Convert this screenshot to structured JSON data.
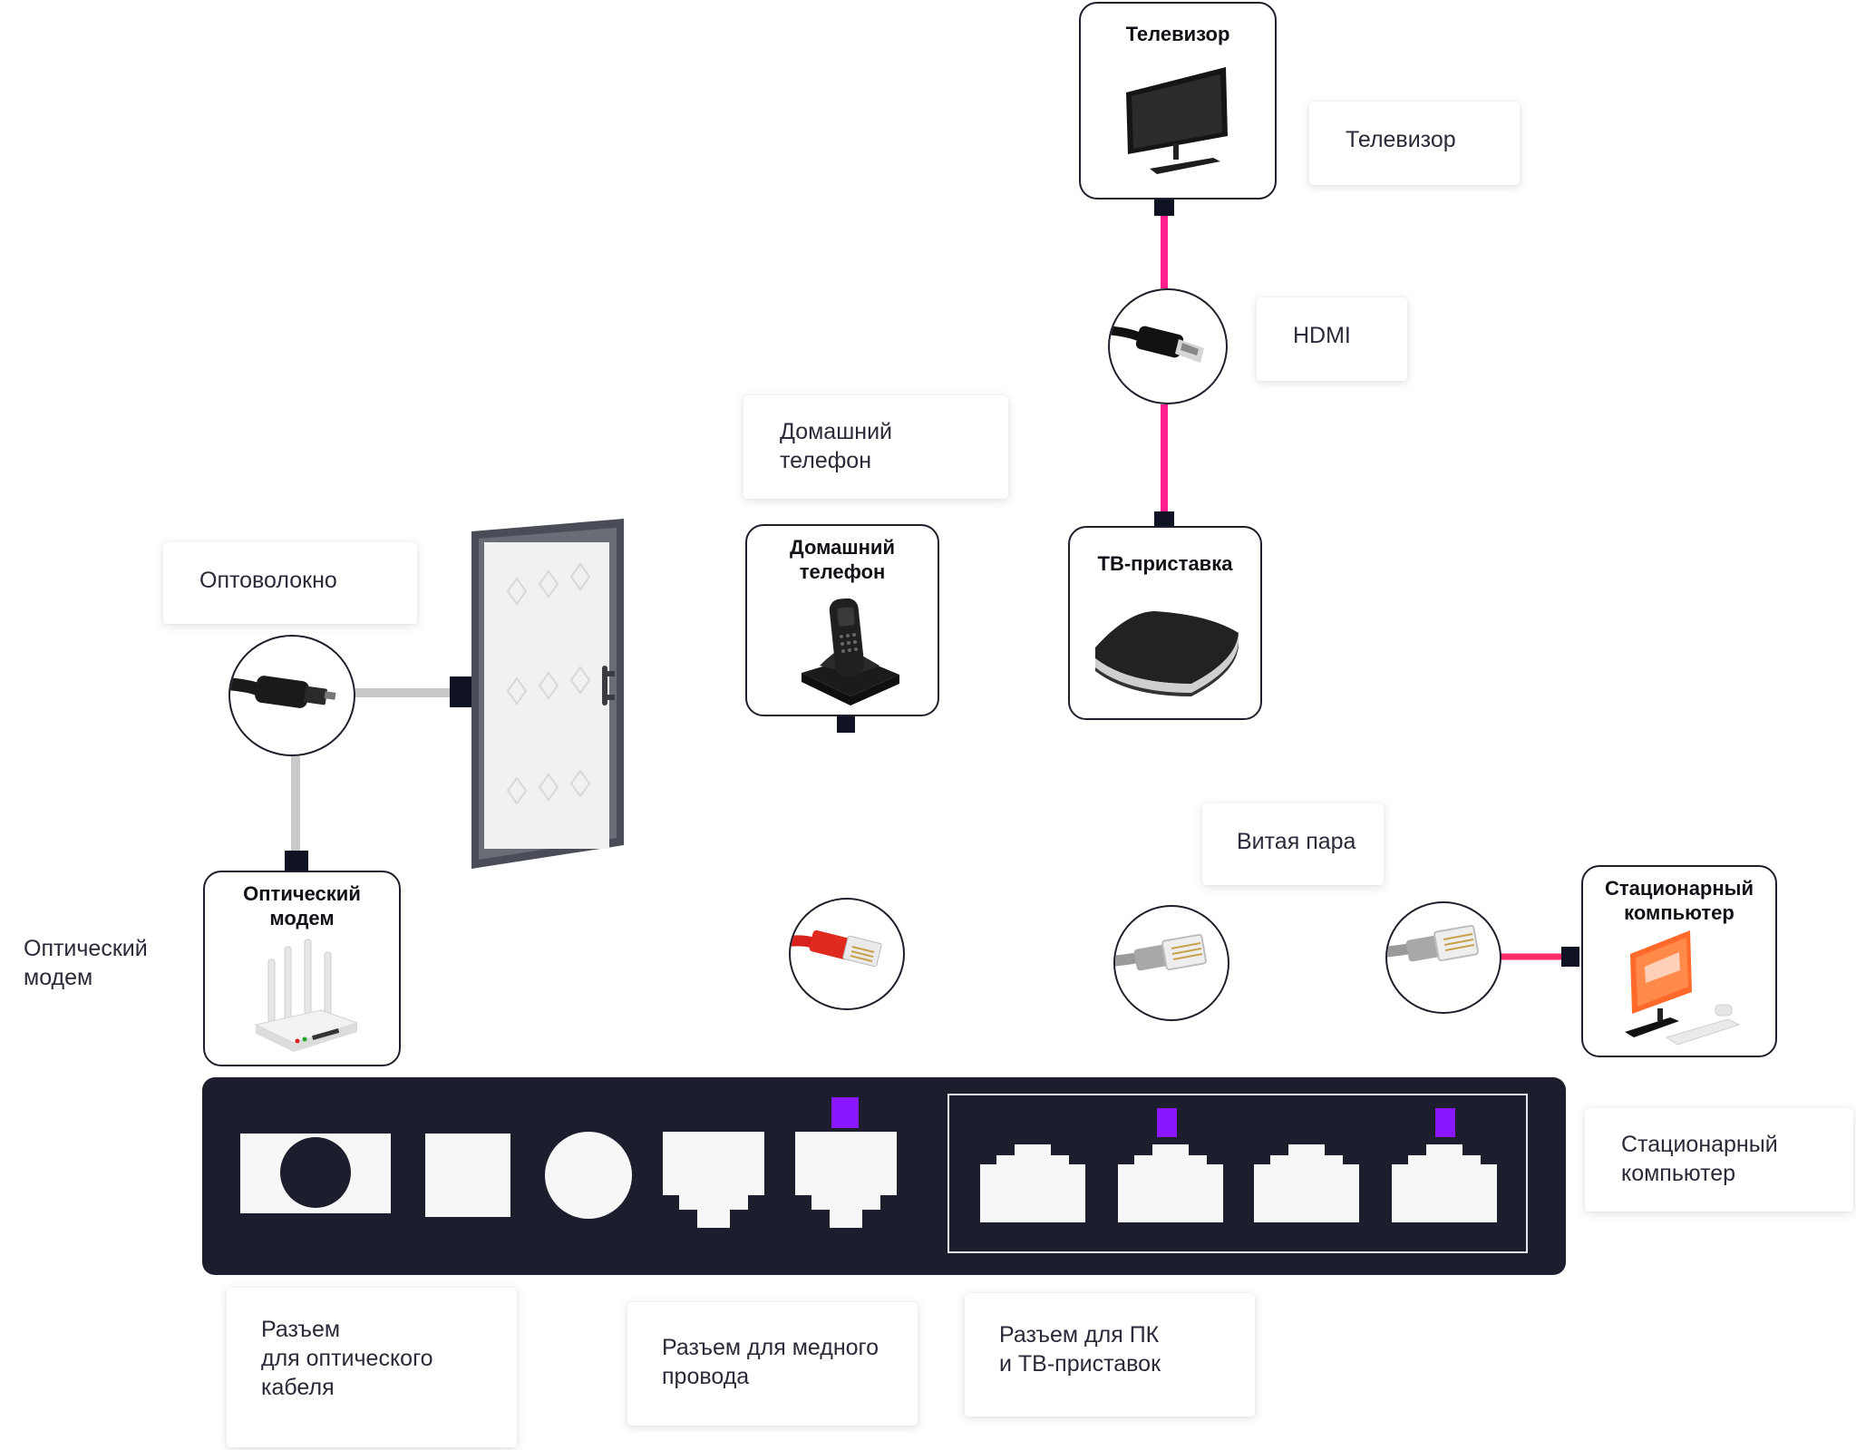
{
  "callouts": {
    "tv": "Телевизор",
    "hdmi": "HDMI",
    "home_phone": "Домашний\nтелефон",
    "fiber": "Оптоволокно",
    "twisted_pair": "Витая пара",
    "desktop": "Стационарный\nкомпьютер",
    "optical_port": "Разъем\nдля оптического\nкабеля",
    "copper_port": "Разъем для медного\nпровода",
    "pc_tv_port": "Разъем для ПК\nи ТВ-приставок"
  },
  "side_labels": {
    "optical_modem": "Оптический\nмодем"
  },
  "cards": {
    "tv": "Телевизор",
    "home_phone": "Домашний\nтелефон",
    "tv_box": "ТВ-приставка",
    "optical_modem": "Оптический\nмодем",
    "desktop": "Стационарный\nкомпьютер"
  },
  "colors": {
    "panel": "#1c1e2e",
    "port": "#f7f7f7",
    "pink": "#ff1e8c",
    "purple": "#8a18ff",
    "orange": "#ff7a3a",
    "grey_cable": "#c9c9c9",
    "connector": "#0e1222"
  }
}
